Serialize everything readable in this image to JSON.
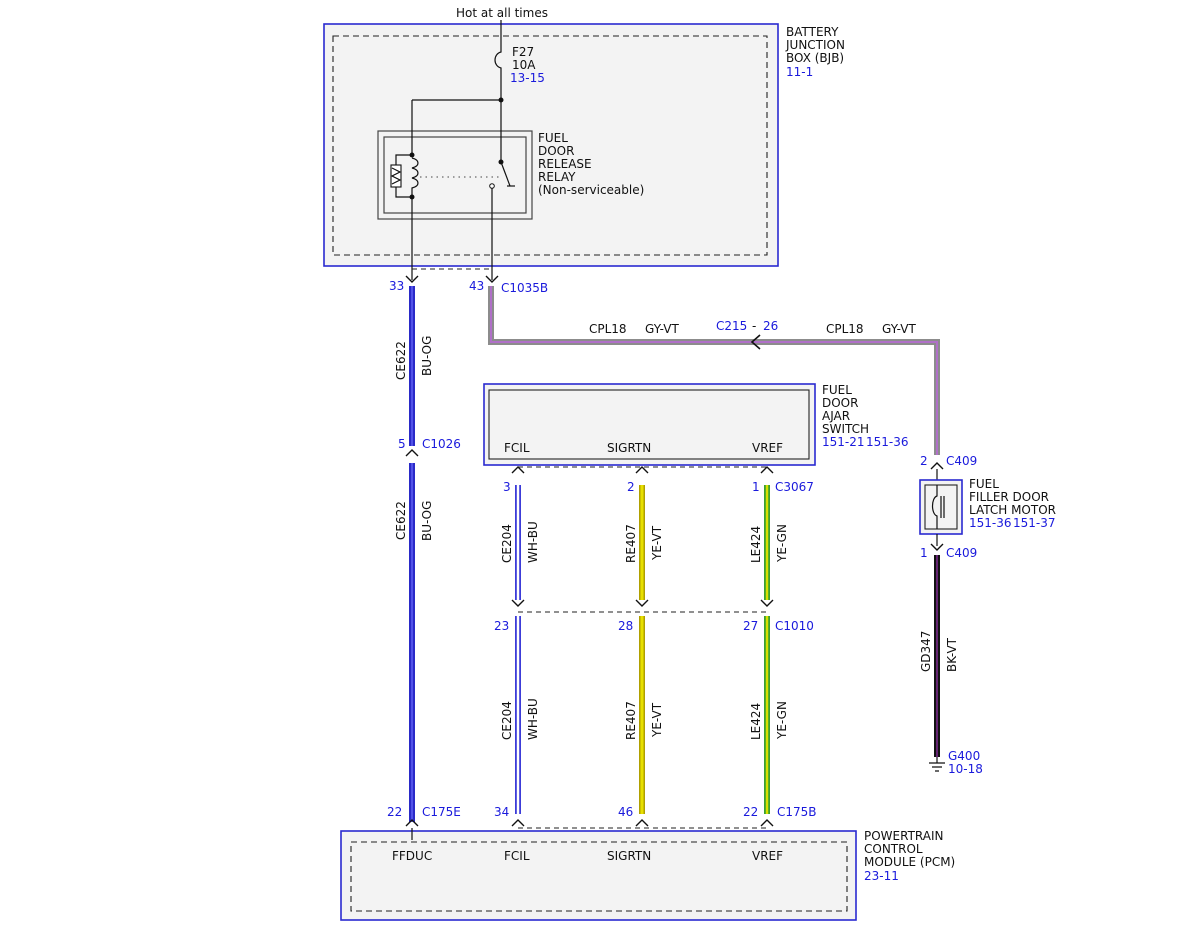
{
  "diagram": {
    "hot_label": "Hot at all times",
    "fuse": {
      "name": "F27",
      "rating": "10A",
      "ref": "13-15"
    },
    "bjb": {
      "lines": [
        "BATTERY",
        "JUNCTION",
        "BOX (BJB)"
      ],
      "ref": "11-1"
    },
    "relay": {
      "lines": [
        "FUEL",
        "DOOR",
        "RELEASE",
        "RELAY",
        "(Non-serviceable)"
      ]
    },
    "bjb_pins": {
      "left": "33",
      "right": "43",
      "connector": "C1035B"
    },
    "cpl_wire": {
      "circuit": "CPL18",
      "color": "GY-VT",
      "splice": "C215",
      "splice_dash": "-",
      "splice_pin": "26",
      "circuit2": "CPL18",
      "color2": "GY-VT",
      "colors": {
        "base": "#8c8c8c",
        "stripe": "#b070c8"
      }
    },
    "ce622": {
      "circuit": "CE622",
      "color": "BU-OG",
      "pin": "5",
      "connector": "C1026",
      "circuit2": "CE622",
      "color2": "BU-OG",
      "colors": {
        "base": "#2a2ac8",
        "stripe": "#5252e8"
      }
    },
    "switch": {
      "lines": [
        "FUEL",
        "DOOR",
        "AJAR",
        "SWITCH"
      ],
      "ref1": "151-21",
      "ref2": "151-36",
      "pins": [
        "FCIL",
        "SIGRTN",
        "VREF"
      ]
    },
    "switch_conn": {
      "pins": [
        "3",
        "2",
        "1"
      ],
      "connector": "C3067"
    },
    "mid_conn": {
      "pins": [
        "23",
        "28",
        "27"
      ],
      "connector": "C1010"
    },
    "wires": [
      {
        "circuit": "CE204",
        "color": "WH-BU",
        "colors": {
          "base": "#ffffff",
          "stripe": "#3c3cd8"
        }
      },
      {
        "circuit": "RE407",
        "color": "YE-VT",
        "colors": {
          "base": "#e8e000",
          "stripe": "#b0a000"
        }
      },
      {
        "circuit": "LE424",
        "color": "YE-GN",
        "colors": {
          "base": "#d8e000",
          "stripe": "#3aa030"
        }
      }
    ],
    "motor": {
      "lines": [
        "FUEL",
        "FILLER DOOR",
        "LATCH MOTOR"
      ],
      "ref1": "151-36",
      "ref2": "151-37",
      "top_pin": "2",
      "top_conn": "C409",
      "bot_pin": "1",
      "bot_conn": "C409"
    },
    "gd347": {
      "circuit": "GD347",
      "color": "BK-VT",
      "colors": {
        "base": "#111111",
        "stripe": "#7a2a8a"
      }
    },
    "ground": {
      "name": "G400",
      "ref": "10-18"
    },
    "pcm_conn": {
      "ffduc_pin": "22",
      "ffduc_conn": "C175E",
      "pins": [
        "34",
        "46",
        "22"
      ],
      "connector": "C175B"
    },
    "pcm": {
      "lines": [
        "POWERTRAIN",
        "CONTROL",
        "MODULE (PCM)"
      ],
      "ref": "23-11",
      "pins": [
        "FFDUC",
        "FCIL",
        "SIGRTN",
        "VREF"
      ]
    },
    "colors": {
      "ref_text": "#1a1adc",
      "box_border": "#2a2ad0",
      "box_fill": "#f3f3f3"
    }
  }
}
